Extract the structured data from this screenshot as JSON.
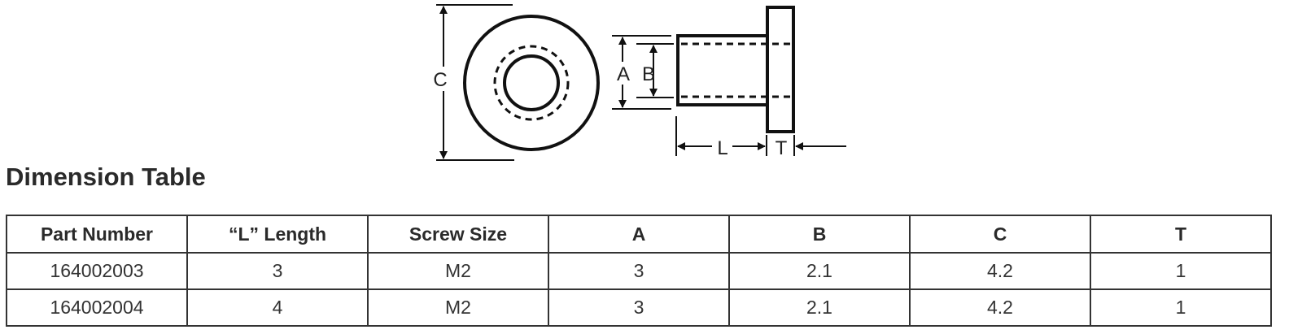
{
  "diagram": {
    "labels": {
      "c": "C",
      "a": "A",
      "b": "B",
      "l": "L",
      "t": "T"
    }
  },
  "title": "Dimension Table",
  "table": {
    "headers": [
      "Part Number",
      "“L” Length",
      "Screw Size",
      "A",
      "B",
      "C",
      "T"
    ],
    "rows": [
      [
        "164002003",
        "3",
        "M2",
        "3",
        "2.1",
        "4.2",
        "1"
      ],
      [
        "164002004",
        "4",
        "M2",
        "3",
        "2.1",
        "4.2",
        "1"
      ]
    ]
  }
}
